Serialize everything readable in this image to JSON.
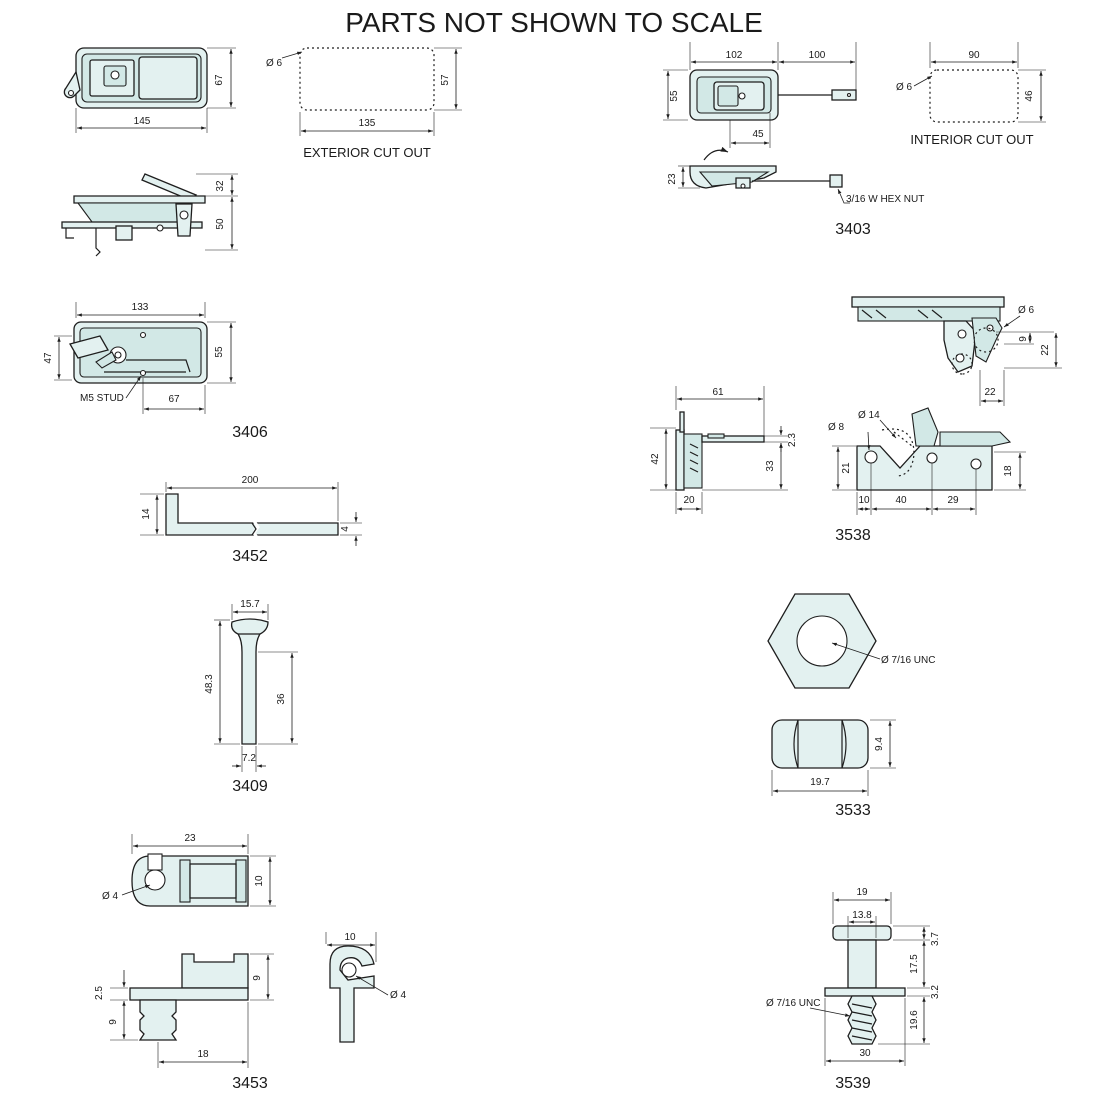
{
  "title": "PARTS NOT SHOWN TO SCALE",
  "parts": {
    "p3406": {
      "code": "3406",
      "dims": {
        "w145": "145",
        "h67": "67",
        "w135": "135",
        "h57": "57",
        "dia6": "Ø 6",
        "h32": "32",
        "h50": "50",
        "w133": "133",
        "h47": "47",
        "h55": "55",
        "w67": "67"
      },
      "labels": {
        "exterior_cut_out": "EXTERIOR CUT OUT",
        "m5_stud": "M5 STUD"
      }
    },
    "p3403": {
      "code": "3403",
      "dims": {
        "w102": "102",
        "w100": "100",
        "h55": "55",
        "w45": "45",
        "w90": "90",
        "dia6": "Ø 6",
        "h46": "46",
        "h23": "23"
      },
      "labels": {
        "interior_cut_out": "INTERIOR CUT OUT",
        "hex_nut": "3/16 W HEX NUT"
      }
    },
    "p3538": {
      "code": "3538",
      "dims": {
        "dia6": "Ø 6",
        "h9": "9",
        "h22": "22",
        "w22": "22",
        "w61": "61",
        "h42": "42",
        "h2_3": "2.3",
        "h33": "33",
        "w20": "20",
        "dia14": "Ø 14",
        "dia8": "Ø 8",
        "h21": "21",
        "h18": "18",
        "w10": "10",
        "w40": "40",
        "w29": "29"
      }
    },
    "p3452": {
      "code": "3452",
      "dims": {
        "w200": "200",
        "h14": "14",
        "h4": "4"
      }
    },
    "p3409": {
      "code": "3409",
      "dims": {
        "w15_7": "15.7",
        "h48_3": "48.3",
        "h36": "36",
        "w7_2": "7.2"
      }
    },
    "p3533": {
      "code": "3533",
      "dims": {
        "thread": "Ø 7/16 UNC",
        "h9_4": "9.4",
        "w19_7": "19.7"
      }
    },
    "p3453": {
      "code": "3453",
      "dims": {
        "w23": "23",
        "dia4a": "Ø 4",
        "h10": "10",
        "w10": "10",
        "dia4b": "Ø 4",
        "h2_5": "2.5",
        "h9a": "9",
        "h9b": "9",
        "w18": "18"
      }
    },
    "p3539": {
      "code": "3539",
      "dims": {
        "w19": "19",
        "w13_8": "13.8",
        "h3_7": "3.7",
        "h17_5": "17.5",
        "h3_2": "3.2",
        "h19_6": "19.6",
        "thread": "Ø 7/16 UNC",
        "w30": "30"
      }
    }
  }
}
